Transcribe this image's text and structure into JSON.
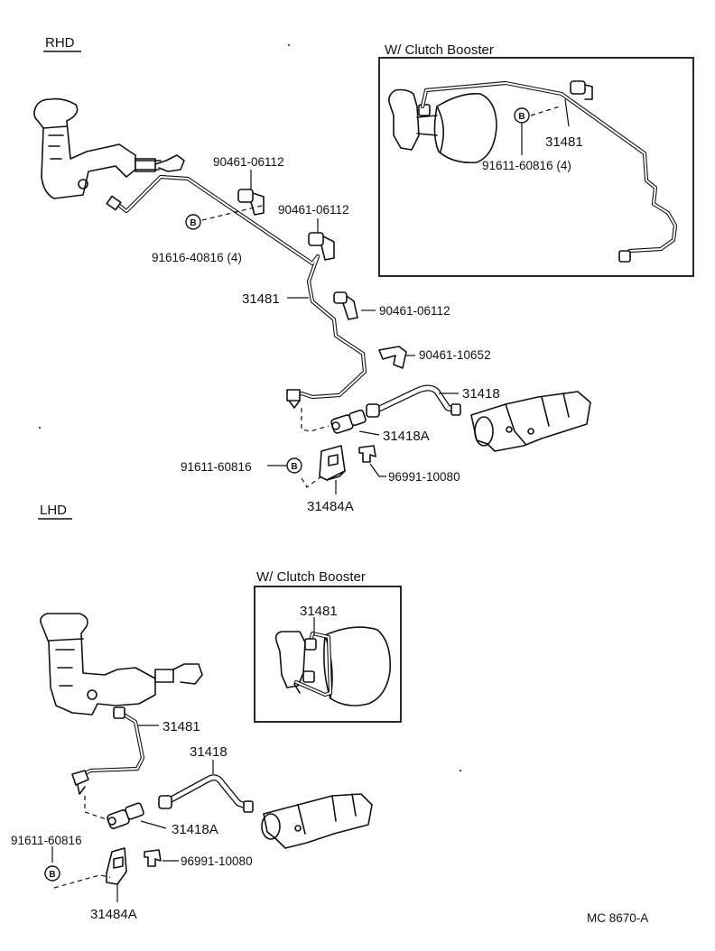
{
  "sections": {
    "rhd": "RHD",
    "lhd": "LHD"
  },
  "inset_title": "W/ Clutch Booster",
  "rhd_labels": {
    "clamp_a": "90461-06112",
    "clamp_b": "90461-06112",
    "clamp_c": "90461-06112",
    "bracket_clamp": "90461-10652",
    "bolt_b": "91616-40816 (4)",
    "tube": "31481",
    "hose": "31418",
    "union": "31418A",
    "bolt": "91611-60816",
    "clip": "96991-10080",
    "bracket": "31484A"
  },
  "rhd_inset_labels": {
    "tube": "31481",
    "bolt": "91611-60816 (4)"
  },
  "lhd_labels": {
    "tube": "31481",
    "hose": "31418",
    "union": "31418A",
    "bolt": "91611-60816",
    "clip": "96991-10080",
    "bracket": "31484A"
  },
  "lhd_inset_labels": {
    "tube": "31481"
  },
  "bolt_marker": "B",
  "figure_code": "MC  8670-A"
}
